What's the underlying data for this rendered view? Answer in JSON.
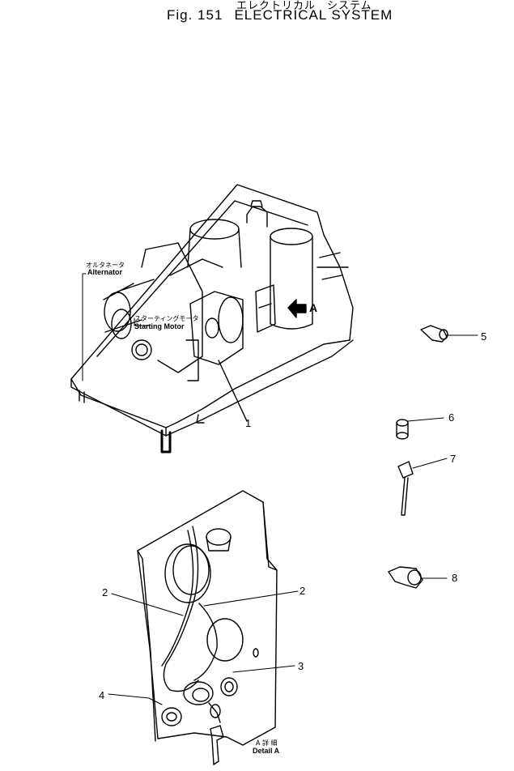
{
  "header": {
    "title_jp": "エレクトリカル　システム",
    "fig_label": "Fig. 151",
    "title_en": "ELECTRICAL SYSTEM"
  },
  "labels": {
    "alternator_jp": "オルタネータ",
    "alternator_en": "Alternator",
    "starting_motor_jp": "スターティングモータ",
    "starting_motor_en": "Starting Motor",
    "view_arrow": "A",
    "detail_jp": "A 詳 細",
    "detail_en": "Detail A"
  },
  "callouts": [
    "1",
    "2",
    "2",
    "3",
    "4",
    "5",
    "6",
    "7",
    "8"
  ]
}
